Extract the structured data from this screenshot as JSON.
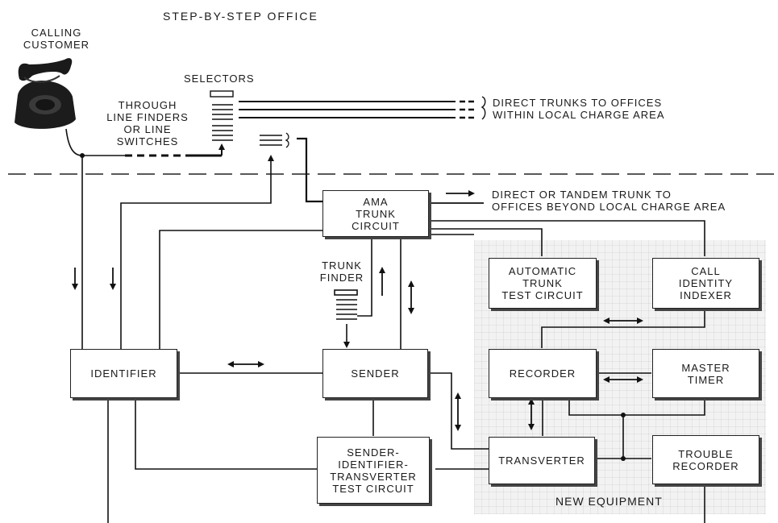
{
  "title": "STEP-BY-STEP OFFICE",
  "calling_customer": "CALLING\nCUSTOMER",
  "selectors": "SELECTORS",
  "line_finders": "THROUGH\nLINE FINDERS\nOR LINE\nSWITCHES",
  "direct_trunks": "DIRECT TRUNKS TO OFFICES\nWITHIN LOCAL CHARGE AREA",
  "tandem_trunk": "DIRECT OR TANDEM TRUNK TO\nOFFICES BEYOND LOCAL CHARGE AREA",
  "trunk_finder": "TRUNK\nFINDER",
  "new_equipment": "NEW EQUIPMENT",
  "boxes": {
    "ama": "AMA\nTRUNK\nCIRCUIT",
    "auto_test": "AUTOMATIC\nTRUNK\nTEST CIRCUIT",
    "call_identity": "CALL\nIDENTITY\nINDEXER",
    "identifier": "IDENTIFIER",
    "sender": "SENDER",
    "recorder": "RECORDER",
    "master_timer": "MASTER\nTIMER",
    "test_circuit": "SENDER-\nIDENTIFIER-\nTRANSVERTER\nTEST CIRCUIT",
    "transverter": "TRANSVERTER",
    "trouble": "TROUBLE\nRECORDER"
  }
}
